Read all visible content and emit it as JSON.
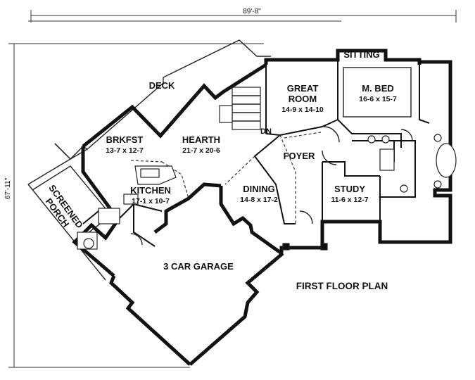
{
  "dimensions": {
    "width": "89'-8\"",
    "depth": "67'-11\""
  },
  "plan_title": "FIRST FLOOR PLAN",
  "rooms": {
    "deck": {
      "name": "DECK"
    },
    "sitting": {
      "name": "SITTING"
    },
    "great_room": {
      "name1": "GREAT",
      "name2": "ROOM",
      "size": "14-9 x 14-10"
    },
    "master_bed": {
      "name": "M. BED",
      "size": "16-6 x 15-7"
    },
    "brkfst": {
      "name": "BRKFST",
      "size": "13-7 x 12-7"
    },
    "hearth": {
      "name": "HEARTH",
      "size": "21-7 x 20-6"
    },
    "foyer": {
      "name": "FOYER"
    },
    "kitchen": {
      "name": "KITCHEN",
      "size": "17-1 x 10-7"
    },
    "dining": {
      "name": "DINING",
      "size": "14-8 x 17-2"
    },
    "study": {
      "name": "STUDY",
      "size": "11-6 x 12-7"
    },
    "screened_porch": {
      "name1": "SCREENED",
      "name2": "PORCH"
    },
    "garage": {
      "name": "3 CAR GARAGE"
    }
  },
  "stair_label": "DN"
}
